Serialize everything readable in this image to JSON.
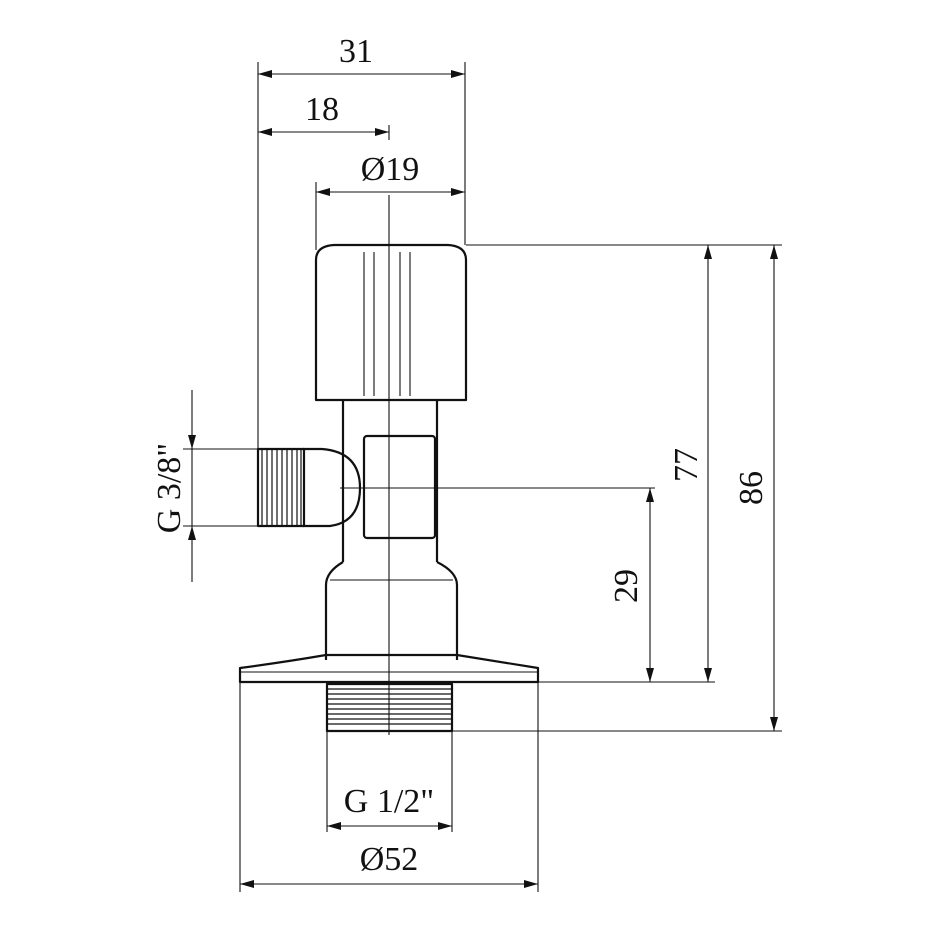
{
  "diagram": {
    "dimensions": {
      "overall_width": "31",
      "offset_width": "18",
      "handle_diameter": "Ø19",
      "inlet_thread": "G 3/8\"",
      "height_handle": "77",
      "height_total": "86",
      "height_axis": "29",
      "outlet_thread": "G 1/2\"",
      "flange_diameter": "Ø52"
    },
    "colors": {
      "line": "#111111",
      "background": "#ffffff"
    }
  }
}
